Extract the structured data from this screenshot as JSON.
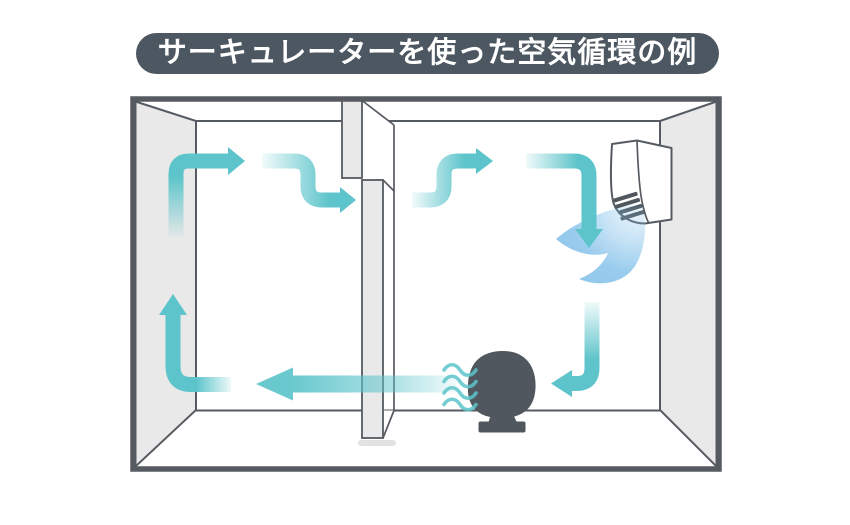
{
  "title": {
    "text": "サーキュレーターを使った空気循環の例"
  },
  "colors": {
    "banner-bg": "#4d5761",
    "banner-text": "#ffffff",
    "outline-dark": "#565b61",
    "wall-gray": "#e9e9e9",
    "canvas-bg": "#ffffff",
    "airflow-teal": "#5cc4ca",
    "ac-air-blue": "#7fbfe9",
    "appliance-dark": "#51575e"
  },
  "icons": {
    "ac_unit": "wall-mounted-air-conditioner",
    "circulator_fan": "floor-circulator-fan",
    "airflow_arrows": "teal-circulation-arrows",
    "ac_air_stream": "cool-air-blue-stream",
    "breeze_waves": "fan-breeze-waves"
  }
}
